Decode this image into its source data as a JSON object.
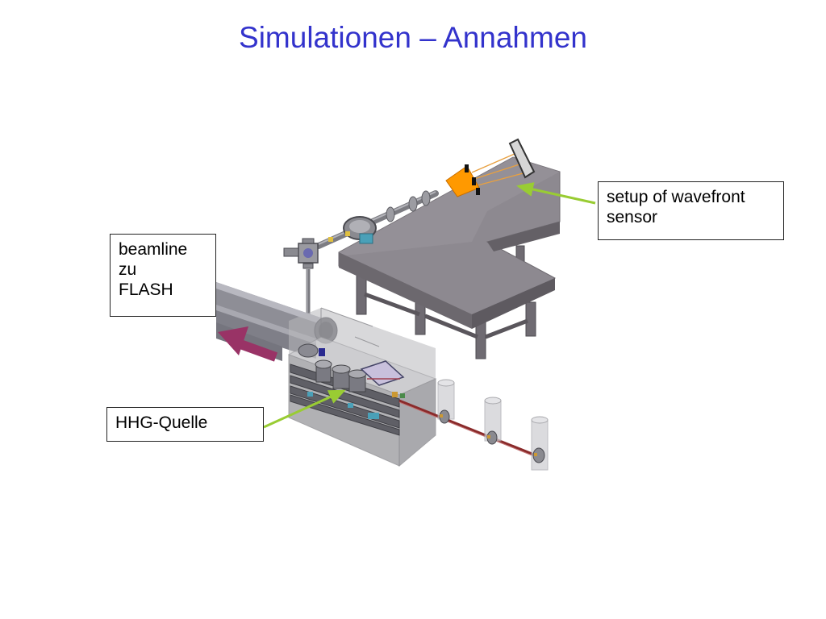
{
  "slide": {
    "title": "Simulationen – Annahmen"
  },
  "labels": {
    "wavefront": [
      "setup of wavefront",
      "sensor"
    ],
    "beamline": [
      "beamline",
      "zu",
      "FLASH"
    ],
    "hhg": "HHG-Quelle"
  },
  "colors": {
    "title": "#3333cc",
    "arrow_callout": "#99cc33",
    "arrow_flash": "#993366",
    "sensor": "#ff9900",
    "table": "#8a868c"
  }
}
